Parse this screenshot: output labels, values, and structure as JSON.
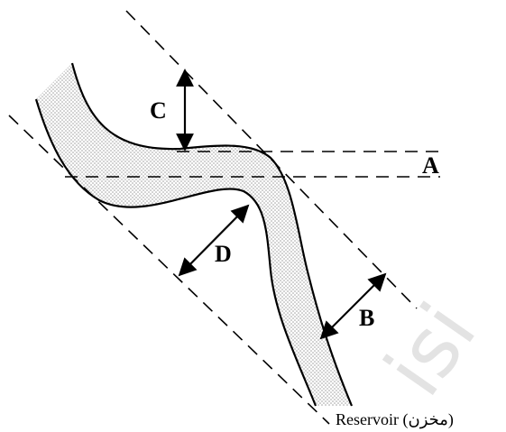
{
  "labels": {
    "a": "A",
    "b": "B",
    "c": "C",
    "d": "D"
  },
  "caption": "Reservoir (مخزن)",
  "watermark": "isi",
  "colors": {
    "ink": "#000000",
    "fill_dots": "#9a9a9a",
    "watermark": "#e3e3e3",
    "background": "#ffffff"
  }
}
